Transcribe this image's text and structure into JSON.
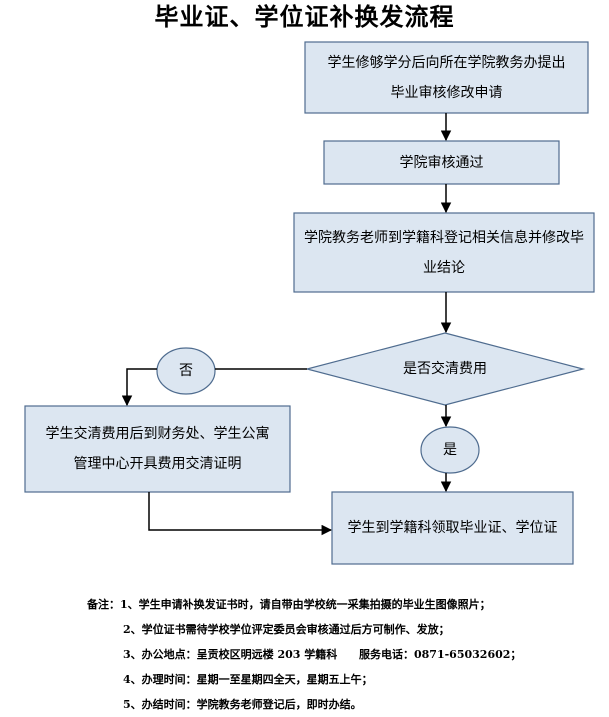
{
  "title": "毕业证、学位证补换发流程",
  "colors": {
    "box_fill": "#dce6f1",
    "box_stroke": "#4f6c8f",
    "arrow": "#000000"
  },
  "nodes": {
    "apply": "学生修够学分后向所在学院教务办提出毕业审核修改申请",
    "college_approve": "学院审核通过",
    "registrar_update": "学院教务老师到学籍科登记相关信息并修改毕业结论",
    "fees_decision": "是否交清费用",
    "no_label": "否",
    "yes_label": "是",
    "clear_fees": "学生交清费用后到财务处、学生公寓管理中心开具费用交清证明",
    "collect": "学生到学籍科领取毕业证、学位证"
  },
  "notes": {
    "line1": "备注：1、学生申请补换发证书时，请自带由学校统一采集拍摄的毕业生图像照片；",
    "line2": "2、学位证书需待学校学位评定委员会审核通过后方可制作、发放；",
    "line3_label": "3、办公地点：呈贡校区明远楼 203 学籍科",
    "line3_phone": "服务电话：0871-65032602；",
    "line4": "4、办理时间：星期一至星期四全天，星期五上午；",
    "line5": "5、办结时间：学院教务老师登记后，即时办结。"
  }
}
